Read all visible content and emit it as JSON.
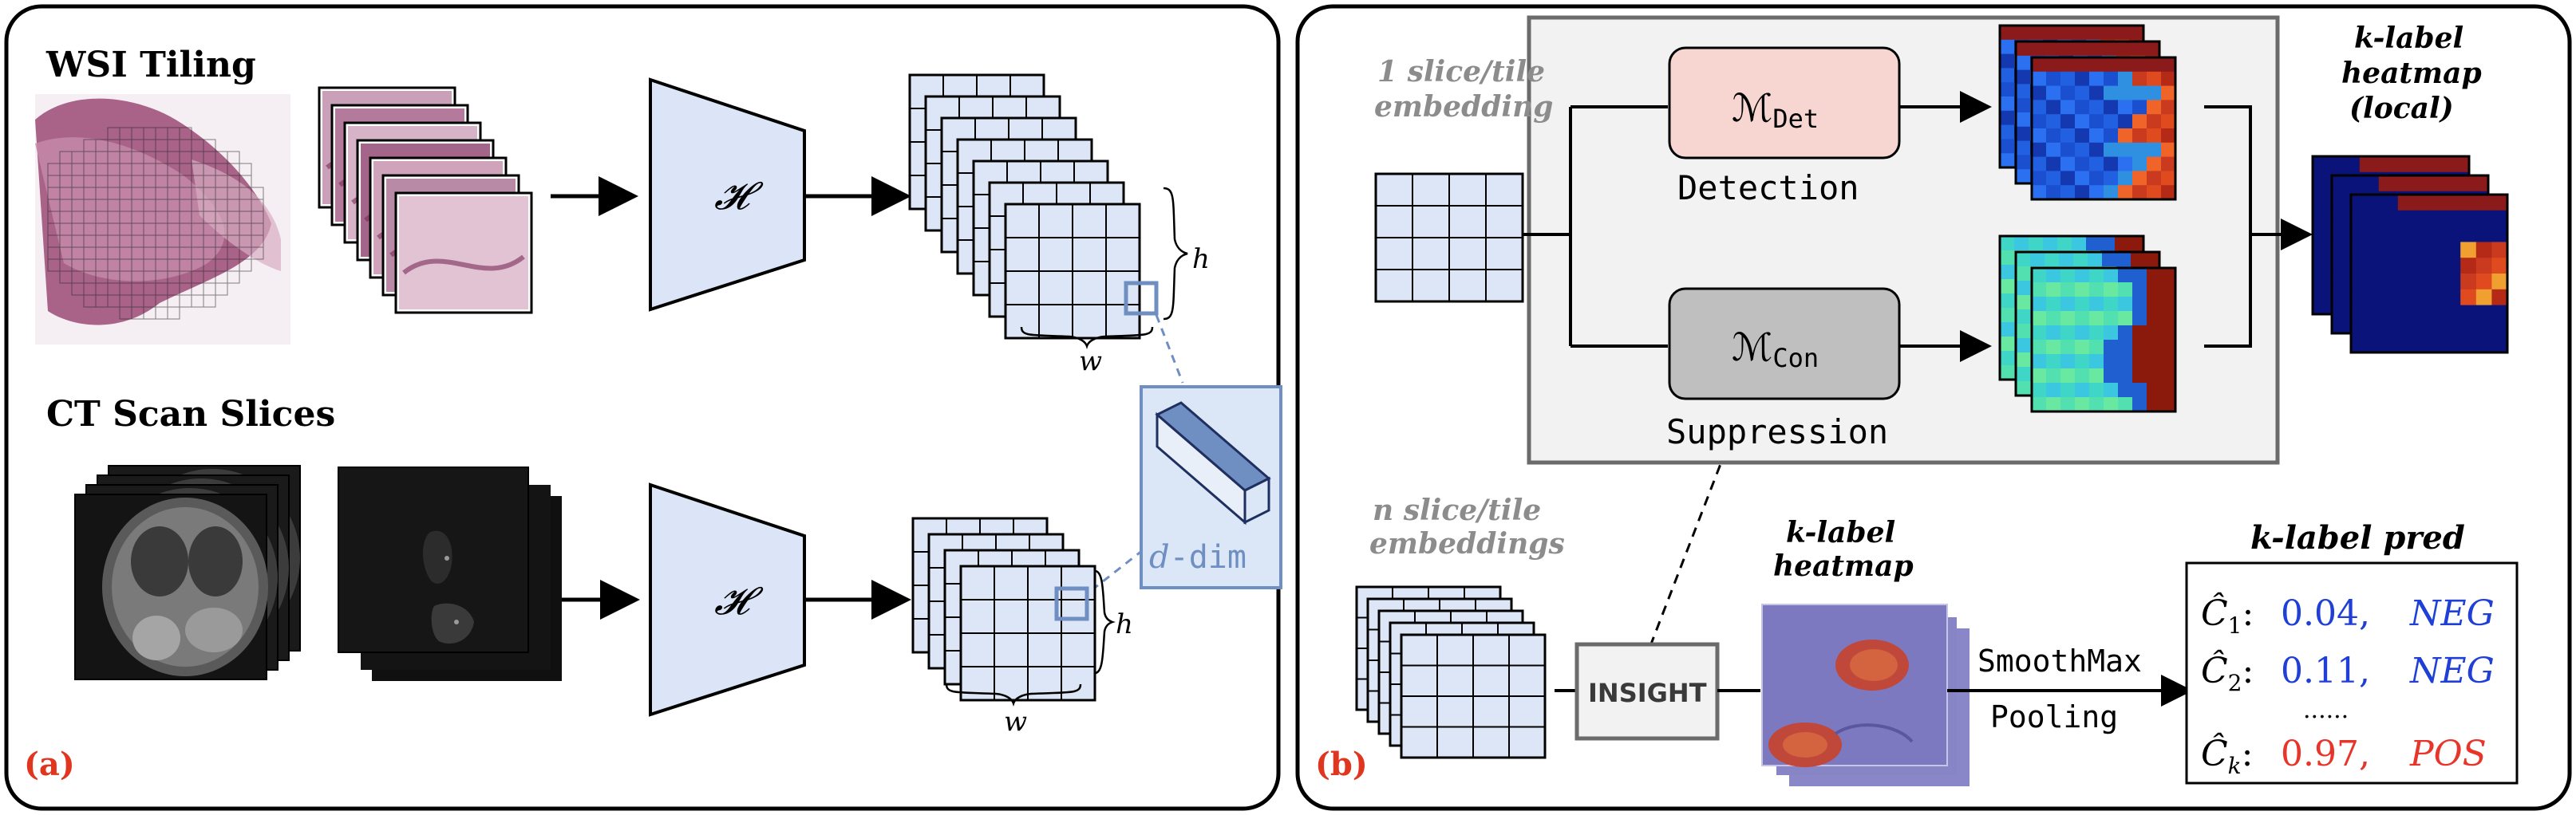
{
  "panel_a": {
    "label": "(a)",
    "wsi_title": "WSI Tiling",
    "ct_title": "CT Scan Slices",
    "encoder_top": "𝓗",
    "encoder_bottom": "𝓗",
    "h_label_top": "h",
    "w_label_top": "w",
    "h_label_bottom": "h",
    "w_label_bottom": "w",
    "d_prefix": "d",
    "d_suffix": "-dim"
  },
  "panel_b": {
    "label": "(b)",
    "single_embed_line1": "1 slice/tile",
    "single_embed_line2": "embedding",
    "det_module": "ℳ",
    "det_sub": "Det",
    "det_caption": "Detection",
    "con_module": "ℳ",
    "con_sub": "Con",
    "con_caption": "Suppression",
    "local_heatmap_line1": "k-label",
    "local_heatmap_line2": "heatmap",
    "local_heatmap_line3": "(local)",
    "n_embed_line1": "n slice/tile",
    "n_embed_line2": "embeddings",
    "insight": "INSIGHT",
    "heatmap_line1": "k-label",
    "heatmap_line2": "heatmap",
    "pool_line1": "SmoothMax",
    "pool_line2": "Pooling",
    "pred_title": "k-label pred",
    "predictions": [
      {
        "sym": "Ĉ",
        "sub": "1",
        "value": "0.04,",
        "label": "NEG",
        "color": "#1f3fd6"
      },
      {
        "sym": "Ĉ",
        "sub": "2",
        "value": "0.11,",
        "label": "NEG",
        "color": "#1f3fd6"
      },
      {
        "sym": "Ĉ",
        "sub": "k",
        "value": "0.97,",
        "label": "POS",
        "color": "#e8352b"
      }
    ],
    "ellipsis": "......"
  },
  "colors": {
    "encoder_fill": "#dbe5f7",
    "grid_fill": "#dce6f7",
    "det_fill": "#f7d6d2",
    "con_fill": "#bfbfbf",
    "box_bg": "#f2f2f2",
    "dim_box": "#dbe6f7",
    "accent_blue": "#6f8fc2",
    "panel_label_red": "#e0361f",
    "gray_caption": "#8c8c8c"
  }
}
